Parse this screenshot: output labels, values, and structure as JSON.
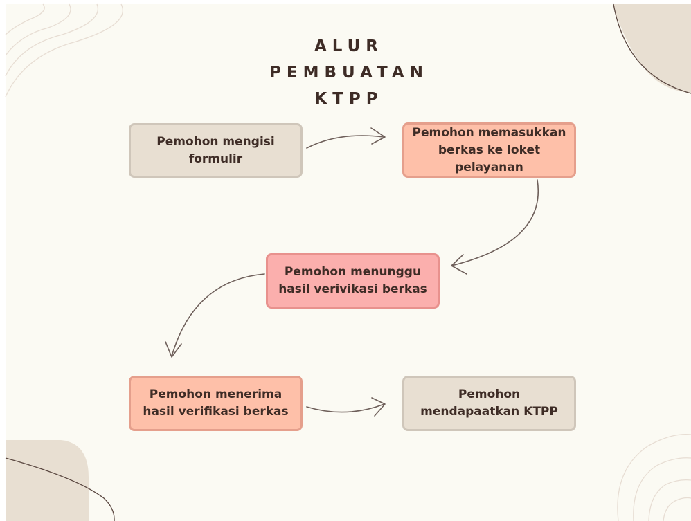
{
  "title": {
    "line1": "ALUR",
    "line2": "PEMBUATAN",
    "line3": "KTPP"
  },
  "steps": [
    {
      "label": "Pemohon mengisi formulir",
      "color": "#e8dfd2"
    },
    {
      "label": "Pemohon memasukkan berkas ke loket pelayanan",
      "color": "#fec0a9"
    },
    {
      "label": "Pemohon menunggu hasil verivikasi berkas",
      "color": "#fbafad"
    },
    {
      "label": "Pemohon menerima hasil verifikasi berkas",
      "color": "#fec0a9"
    },
    {
      "label": "Pemohon mendapaatkan KTPP",
      "color": "#e8dfd2"
    }
  ],
  "colors": {
    "background": "#fbfaf3",
    "text": "#3e2c26",
    "arrow": "#6e5f5a",
    "decor_shape": "#e8dfd2",
    "decor_line": "#5a4740"
  }
}
